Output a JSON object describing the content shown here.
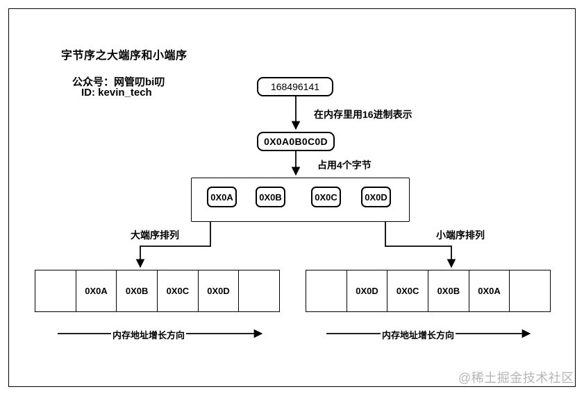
{
  "header": {
    "title": "字节序之大端序和小端序",
    "subtitle1": "公众号：网管叨bi叨",
    "subtitle2": "ID: kevin_tech"
  },
  "flow": {
    "decimal_value": "168496141",
    "hex_step_label": "在内存里用16进制表示",
    "hex_value": "0X0A0B0C0D",
    "bytes_step_label": "占用4个字节",
    "byte_boxes": [
      "0X0A",
      "0X0B",
      "0X0C",
      "0X0D"
    ]
  },
  "big_endian": {
    "label": "大端序排列",
    "cells": [
      "",
      "0X0A",
      "0X0B",
      "0X0C",
      "0X0D",
      ""
    ],
    "axis_label": "内存地址增长方向"
  },
  "little_endian": {
    "label": "小端序排列",
    "cells": [
      "",
      "0X0D",
      "0X0C",
      "0X0B",
      "0X0A",
      ""
    ],
    "axis_label": "内存地址增长方向"
  },
  "watermark": "@稀土掘金技术社区",
  "colors": {
    "line": "#000000",
    "background": "#ffffff",
    "watermark": "#b5b5b5"
  }
}
